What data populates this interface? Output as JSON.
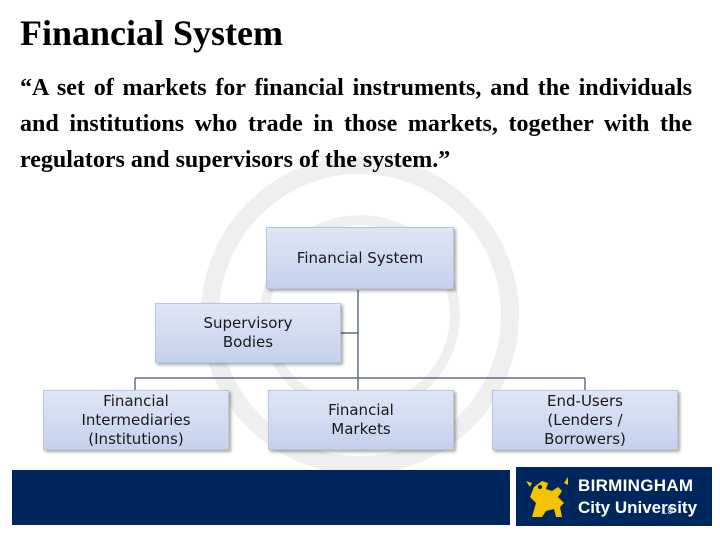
{
  "slide": {
    "title": "Financial System",
    "definition": "“A set of markets for financial instruments, and the individuals and institutions who trade in those markets, together with the regulators and supervisors of the system.”",
    "page_number": "15"
  },
  "diagram": {
    "root": "Financial System",
    "side_node": [
      "Supervisory",
      "Bodies"
    ],
    "children": [
      {
        "lines": [
          "Financial",
          "Intermediaries",
          "(Institutions)"
        ]
      },
      {
        "lines": [
          "Financial",
          "Markets"
        ]
      },
      {
        "lines": [
          "End-Users",
          "(Lenders /",
          "Borrowers)"
        ]
      }
    ]
  },
  "logo": {
    "line1": "BIRMINGHAM",
    "line2": "City University"
  },
  "colors": {
    "box_fill": "#c5d1ec",
    "footer": "#00265e",
    "lion": "#f3c300",
    "connector": "#5f6f8f"
  }
}
